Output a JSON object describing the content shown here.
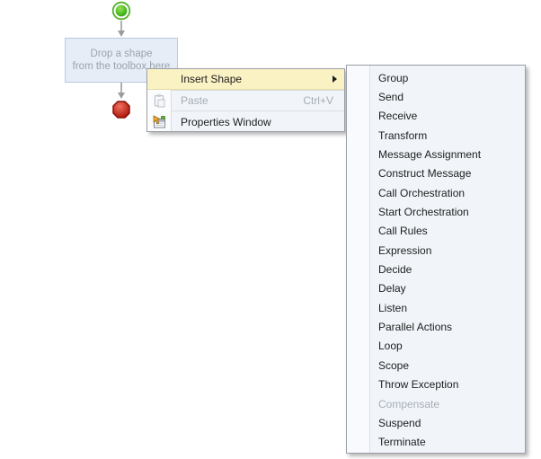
{
  "designer": {
    "placeholder": {
      "line1": "Drop a shape",
      "line2": "from the toolbox here"
    },
    "start_shape": "start",
    "end_shape": "end"
  },
  "context_menu": {
    "insert_shape": {
      "label": "Insert Shape"
    },
    "paste": {
      "label": "Paste",
      "shortcut": "Ctrl+V",
      "disabled": true
    },
    "properties_window": {
      "label": "Properties Window"
    }
  },
  "submenu": {
    "items": [
      {
        "label": "Group"
      },
      {
        "label": "Send"
      },
      {
        "label": "Receive"
      },
      {
        "label": "Transform"
      },
      {
        "label": "Message Assignment"
      },
      {
        "label": "Construct Message"
      },
      {
        "label": "Call Orchestration"
      },
      {
        "label": "Start Orchestration"
      },
      {
        "label": "Call Rules"
      },
      {
        "label": "Expression"
      },
      {
        "label": "Decide"
      },
      {
        "label": "Delay"
      },
      {
        "label": "Listen"
      },
      {
        "label": "Parallel Actions"
      },
      {
        "label": "Loop"
      },
      {
        "label": "Scope"
      },
      {
        "label": "Throw Exception"
      },
      {
        "label": "Compensate",
        "disabled": true
      },
      {
        "label": "Suspend"
      },
      {
        "label": "Terminate"
      }
    ]
  },
  "colors": {
    "highlight_cream": "#FBF2C4",
    "menu_background": "#F1F5FA",
    "placeholder_fill": "#E6EDF7",
    "start_shape_green": "#2FA80A",
    "end_shape_red": "#C0150A"
  }
}
